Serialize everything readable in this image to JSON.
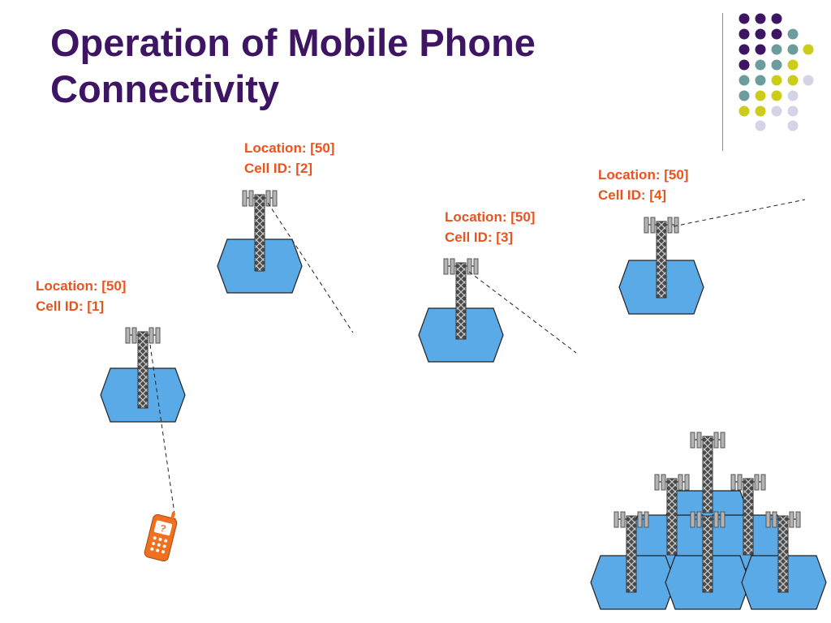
{
  "slide": {
    "title_line1": "Operation of Mobile Phone",
    "title_line2": "Connectivity",
    "colors": {
      "title": "#3d1563",
      "label": "#e8531e",
      "hexagon": "#5aaae8",
      "phone": "#f07020",
      "dot_purple": "#3d1563",
      "dot_teal": "#6c9c9c",
      "dot_yellow": "#cccc1a",
      "dot_lavender": "#d4d4e6"
    }
  },
  "cells": [
    {
      "location": "Location: [50]",
      "cell_id": "Cell ID: [1]"
    },
    {
      "location": "Location: [50]",
      "cell_id": "Cell ID: [2]"
    },
    {
      "location": "Location: [50]",
      "cell_id": "Cell ID: [3]"
    },
    {
      "location": "Location: [50]",
      "cell_id": "Cell ID: [4]"
    }
  ],
  "icons": {
    "phone": "mobile-phone-icon",
    "tower": "cell-tower-icon",
    "hexagon": "cell-hexagon"
  }
}
